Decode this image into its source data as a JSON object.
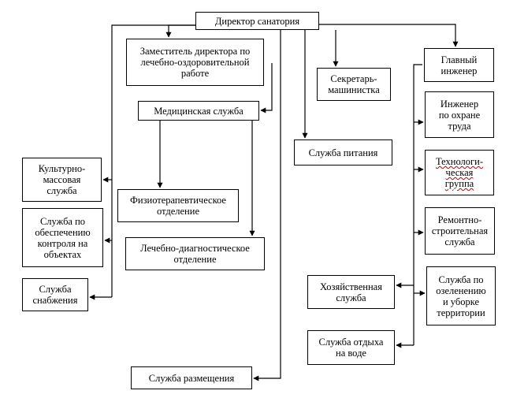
{
  "diagram": {
    "type": "org-chart",
    "nodes": {
      "director": "Директор санатория",
      "deputy": "Заместитель директора по\nлечебно-оздоровительной\nработе",
      "secretary": "Секретарь-\nмашинистка",
      "chief_engineer": "Главный\nинженер",
      "medical": "Медицинская служба",
      "labor_safety": "Инженер\nпо охране\nтруда",
      "catering": "Служба питания",
      "cultural": "Культурно-\nмассовая\nслужба",
      "tech_group": "Технологи-\nческая\nгруппа",
      "physio": "Физиотерапевтическое\nотделение",
      "control": "Служба по\nобеспечению\nконтроля на\nобъектах",
      "repair": "Ремонтно-\nстроительная\nслужба",
      "diagnostic": "Лечебно-диагностическое\nотделение",
      "household": "Хозяйственная\nслужба",
      "landscaping": "Служба по\nозеленению\nи уборке\nтерритории",
      "supply": "Служба\nснабжения",
      "water_rest": "Служба отдыха\nна воде",
      "accommodation": "Служба размещения"
    },
    "edges": [
      [
        "director",
        "deputy"
      ],
      [
        "director",
        "secretary"
      ],
      [
        "director",
        "catering"
      ],
      [
        "director",
        "chief_engineer"
      ],
      [
        "director",
        "cultural"
      ],
      [
        "director",
        "control"
      ],
      [
        "director",
        "supply"
      ],
      [
        "director",
        "accommodation"
      ],
      [
        "deputy",
        "medical"
      ],
      [
        "medical",
        "physio"
      ],
      [
        "medical",
        "diagnostic"
      ],
      [
        "chief_engineer",
        "labor_safety"
      ],
      [
        "chief_engineer",
        "tech_group"
      ],
      [
        "chief_engineer",
        "repair"
      ],
      [
        "chief_engineer",
        "landscaping"
      ],
      [
        "chief_engineer",
        "household"
      ],
      [
        "chief_engineer",
        "water_rest"
      ]
    ]
  }
}
